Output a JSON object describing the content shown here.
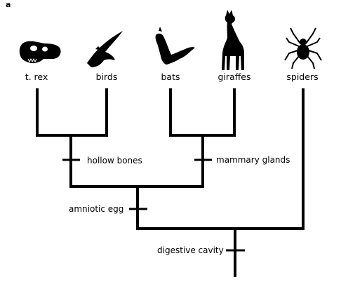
{
  "panel_label": "a",
  "taxa": [
    {
      "label": "t. rex",
      "icon": "t-rex-skull-icon"
    },
    {
      "label": "birds",
      "icon": "bird-icon"
    },
    {
      "label": "bats",
      "icon": "bat-icon"
    },
    {
      "label": "giraffes",
      "icon": "giraffe-icon"
    },
    {
      "label": "spiders",
      "icon": "spider-icon"
    }
  ],
  "traits": {
    "hollow_bones": "hollow bones",
    "mammary_glands": "mammary glands",
    "amniotic_egg": "amniotic egg",
    "digestive_cavity": "digestive cavity"
  },
  "colors": {
    "line": "#000000",
    "background": "#ffffff"
  }
}
